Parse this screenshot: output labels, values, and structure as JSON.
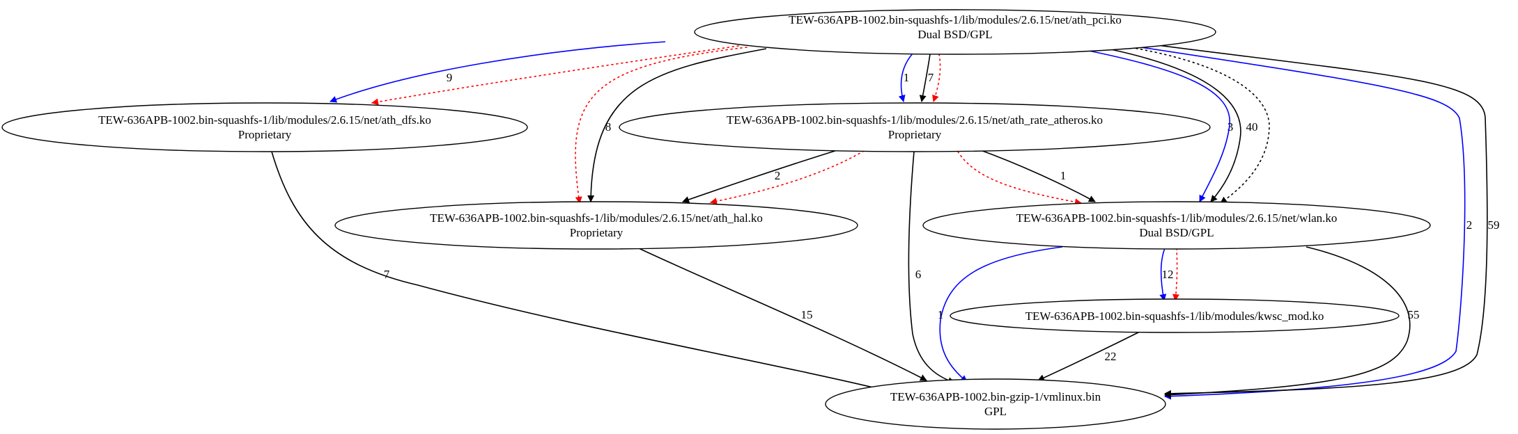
{
  "colors": {
    "black": "#000000",
    "blue": "#0000ff",
    "red": "#ff0000"
  },
  "nodes": [
    {
      "id": "ath_pci",
      "name": "TEW-636APB-1002.bin-squashfs-1/lib/modules/2.6.15/net/ath_pci.ko",
      "license": "Dual BSD/GPL"
    },
    {
      "id": "ath_dfs",
      "name": "TEW-636APB-1002.bin-squashfs-1/lib/modules/2.6.15/net/ath_dfs.ko",
      "license": "Proprietary"
    },
    {
      "id": "ath_rate",
      "name": "TEW-636APB-1002.bin-squashfs-1/lib/modules/2.6.15/net/ath_rate_atheros.ko",
      "license": "Proprietary"
    },
    {
      "id": "ath_hal",
      "name": "TEW-636APB-1002.bin-squashfs-1/lib/modules/2.6.15/net/ath_hal.ko",
      "license": "Proprietary"
    },
    {
      "id": "wlan",
      "name": "TEW-636APB-1002.bin-squashfs-1/lib/modules/2.6.15/net/wlan.ko",
      "license": "Dual BSD/GPL"
    },
    {
      "id": "kwsc",
      "name": "TEW-636APB-1002.bin-squashfs-1/lib/modules/kwsc_mod.ko",
      "license": ""
    },
    {
      "id": "vmlinux",
      "name": "TEW-636APB-1002.bin-gzip-1/vmlinux.bin",
      "license": "GPL"
    }
  ],
  "edges": [
    {
      "id": "pci-dfs-blue",
      "from": "ath_pci",
      "to": "ath_dfs",
      "color": "blue",
      "style": "solid",
      "label": "9"
    },
    {
      "id": "pci-dfs-red",
      "from": "ath_pci",
      "to": "ath_dfs",
      "color": "red",
      "style": "dotted",
      "label": ""
    },
    {
      "id": "pci-hal-black",
      "from": "ath_pci",
      "to": "ath_hal",
      "color": "black",
      "style": "solid",
      "label": "8"
    },
    {
      "id": "pci-hal-red",
      "from": "ath_pci",
      "to": "ath_hal",
      "color": "red",
      "style": "dotted",
      "label": ""
    },
    {
      "id": "pci-rate-blue",
      "from": "ath_pci",
      "to": "ath_rate",
      "color": "blue",
      "style": "solid",
      "label": "1"
    },
    {
      "id": "pci-rate-black",
      "from": "ath_pci",
      "to": "ath_rate",
      "color": "black",
      "style": "solid",
      "label": "7"
    },
    {
      "id": "pci-rate-red",
      "from": "ath_pci",
      "to": "ath_rate",
      "color": "red",
      "style": "dotted",
      "label": ""
    },
    {
      "id": "pci-wlan-blue",
      "from": "ath_pci",
      "to": "wlan",
      "color": "blue",
      "style": "solid",
      "label": "3"
    },
    {
      "id": "pci-wlan-black",
      "from": "ath_pci",
      "to": "wlan",
      "color": "black",
      "style": "solid",
      "label": "40"
    },
    {
      "id": "pci-wlan-dotted",
      "from": "ath_pci",
      "to": "wlan",
      "color": "black",
      "style": "dotted",
      "label": ""
    },
    {
      "id": "pci-vm-blue",
      "from": "ath_pci",
      "to": "vmlinux",
      "color": "blue",
      "style": "solid",
      "label": "2"
    },
    {
      "id": "pci-vm-black",
      "from": "ath_pci",
      "to": "vmlinux",
      "color": "black",
      "style": "solid",
      "label": "59"
    },
    {
      "id": "dfs-vm",
      "from": "ath_dfs",
      "to": "vmlinux",
      "color": "black",
      "style": "solid",
      "label": "7"
    },
    {
      "id": "rate-hal-black",
      "from": "ath_rate",
      "to": "ath_hal",
      "color": "black",
      "style": "solid",
      "label": "2"
    },
    {
      "id": "rate-hal-red",
      "from": "ath_rate",
      "to": "ath_hal",
      "color": "red",
      "style": "dotted",
      "label": ""
    },
    {
      "id": "rate-wlan-black",
      "from": "ath_rate",
      "to": "wlan",
      "color": "black",
      "style": "solid",
      "label": "1"
    },
    {
      "id": "rate-wlan-red",
      "from": "ath_rate",
      "to": "wlan",
      "color": "red",
      "style": "dotted",
      "label": ""
    },
    {
      "id": "rate-vm",
      "from": "ath_rate",
      "to": "vmlinux",
      "color": "black",
      "style": "solid",
      "label": "6"
    },
    {
      "id": "hal-vm",
      "from": "ath_hal",
      "to": "vmlinux",
      "color": "black",
      "style": "solid",
      "label": "15"
    },
    {
      "id": "wlan-vm-blue",
      "from": "wlan",
      "to": "vmlinux",
      "color": "blue",
      "style": "solid",
      "label": "1"
    },
    {
      "id": "wlan-kwsc-blue",
      "from": "wlan",
      "to": "kwsc",
      "color": "blue",
      "style": "solid",
      "label": "12"
    },
    {
      "id": "wlan-kwsc-red",
      "from": "wlan",
      "to": "kwsc",
      "color": "red",
      "style": "dotted",
      "label": ""
    },
    {
      "id": "wlan-vm-black",
      "from": "wlan",
      "to": "vmlinux",
      "color": "black",
      "style": "solid",
      "label": "55"
    },
    {
      "id": "kwsc-vm",
      "from": "kwsc",
      "to": "vmlinux",
      "color": "black",
      "style": "solid",
      "label": "22"
    }
  ]
}
